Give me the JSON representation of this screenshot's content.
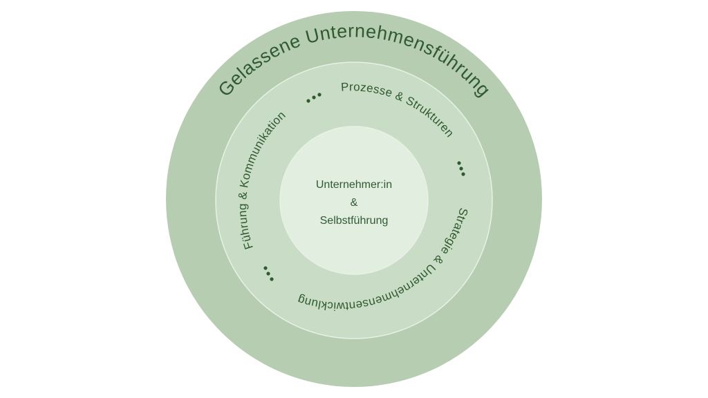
{
  "diagram": {
    "colors": {
      "outer_ring": "#b6cdb1",
      "middle_ring": "#c9dcc5",
      "inner_circle": "#e2eedf",
      "ring_border": "#e8f1e6",
      "text": "#2f5a30"
    },
    "outer_label": "Gelassene Unternehmensführung",
    "middle_labels": {
      "top": "Prozesse & Strukturen",
      "right": "Strategie & Unternehmensentwicklung",
      "left": "Führung & Kommunikation"
    },
    "separator": "•••",
    "center": {
      "line1": "Unternehmer:in",
      "line2": "&",
      "line3": "Selbstführung"
    }
  }
}
